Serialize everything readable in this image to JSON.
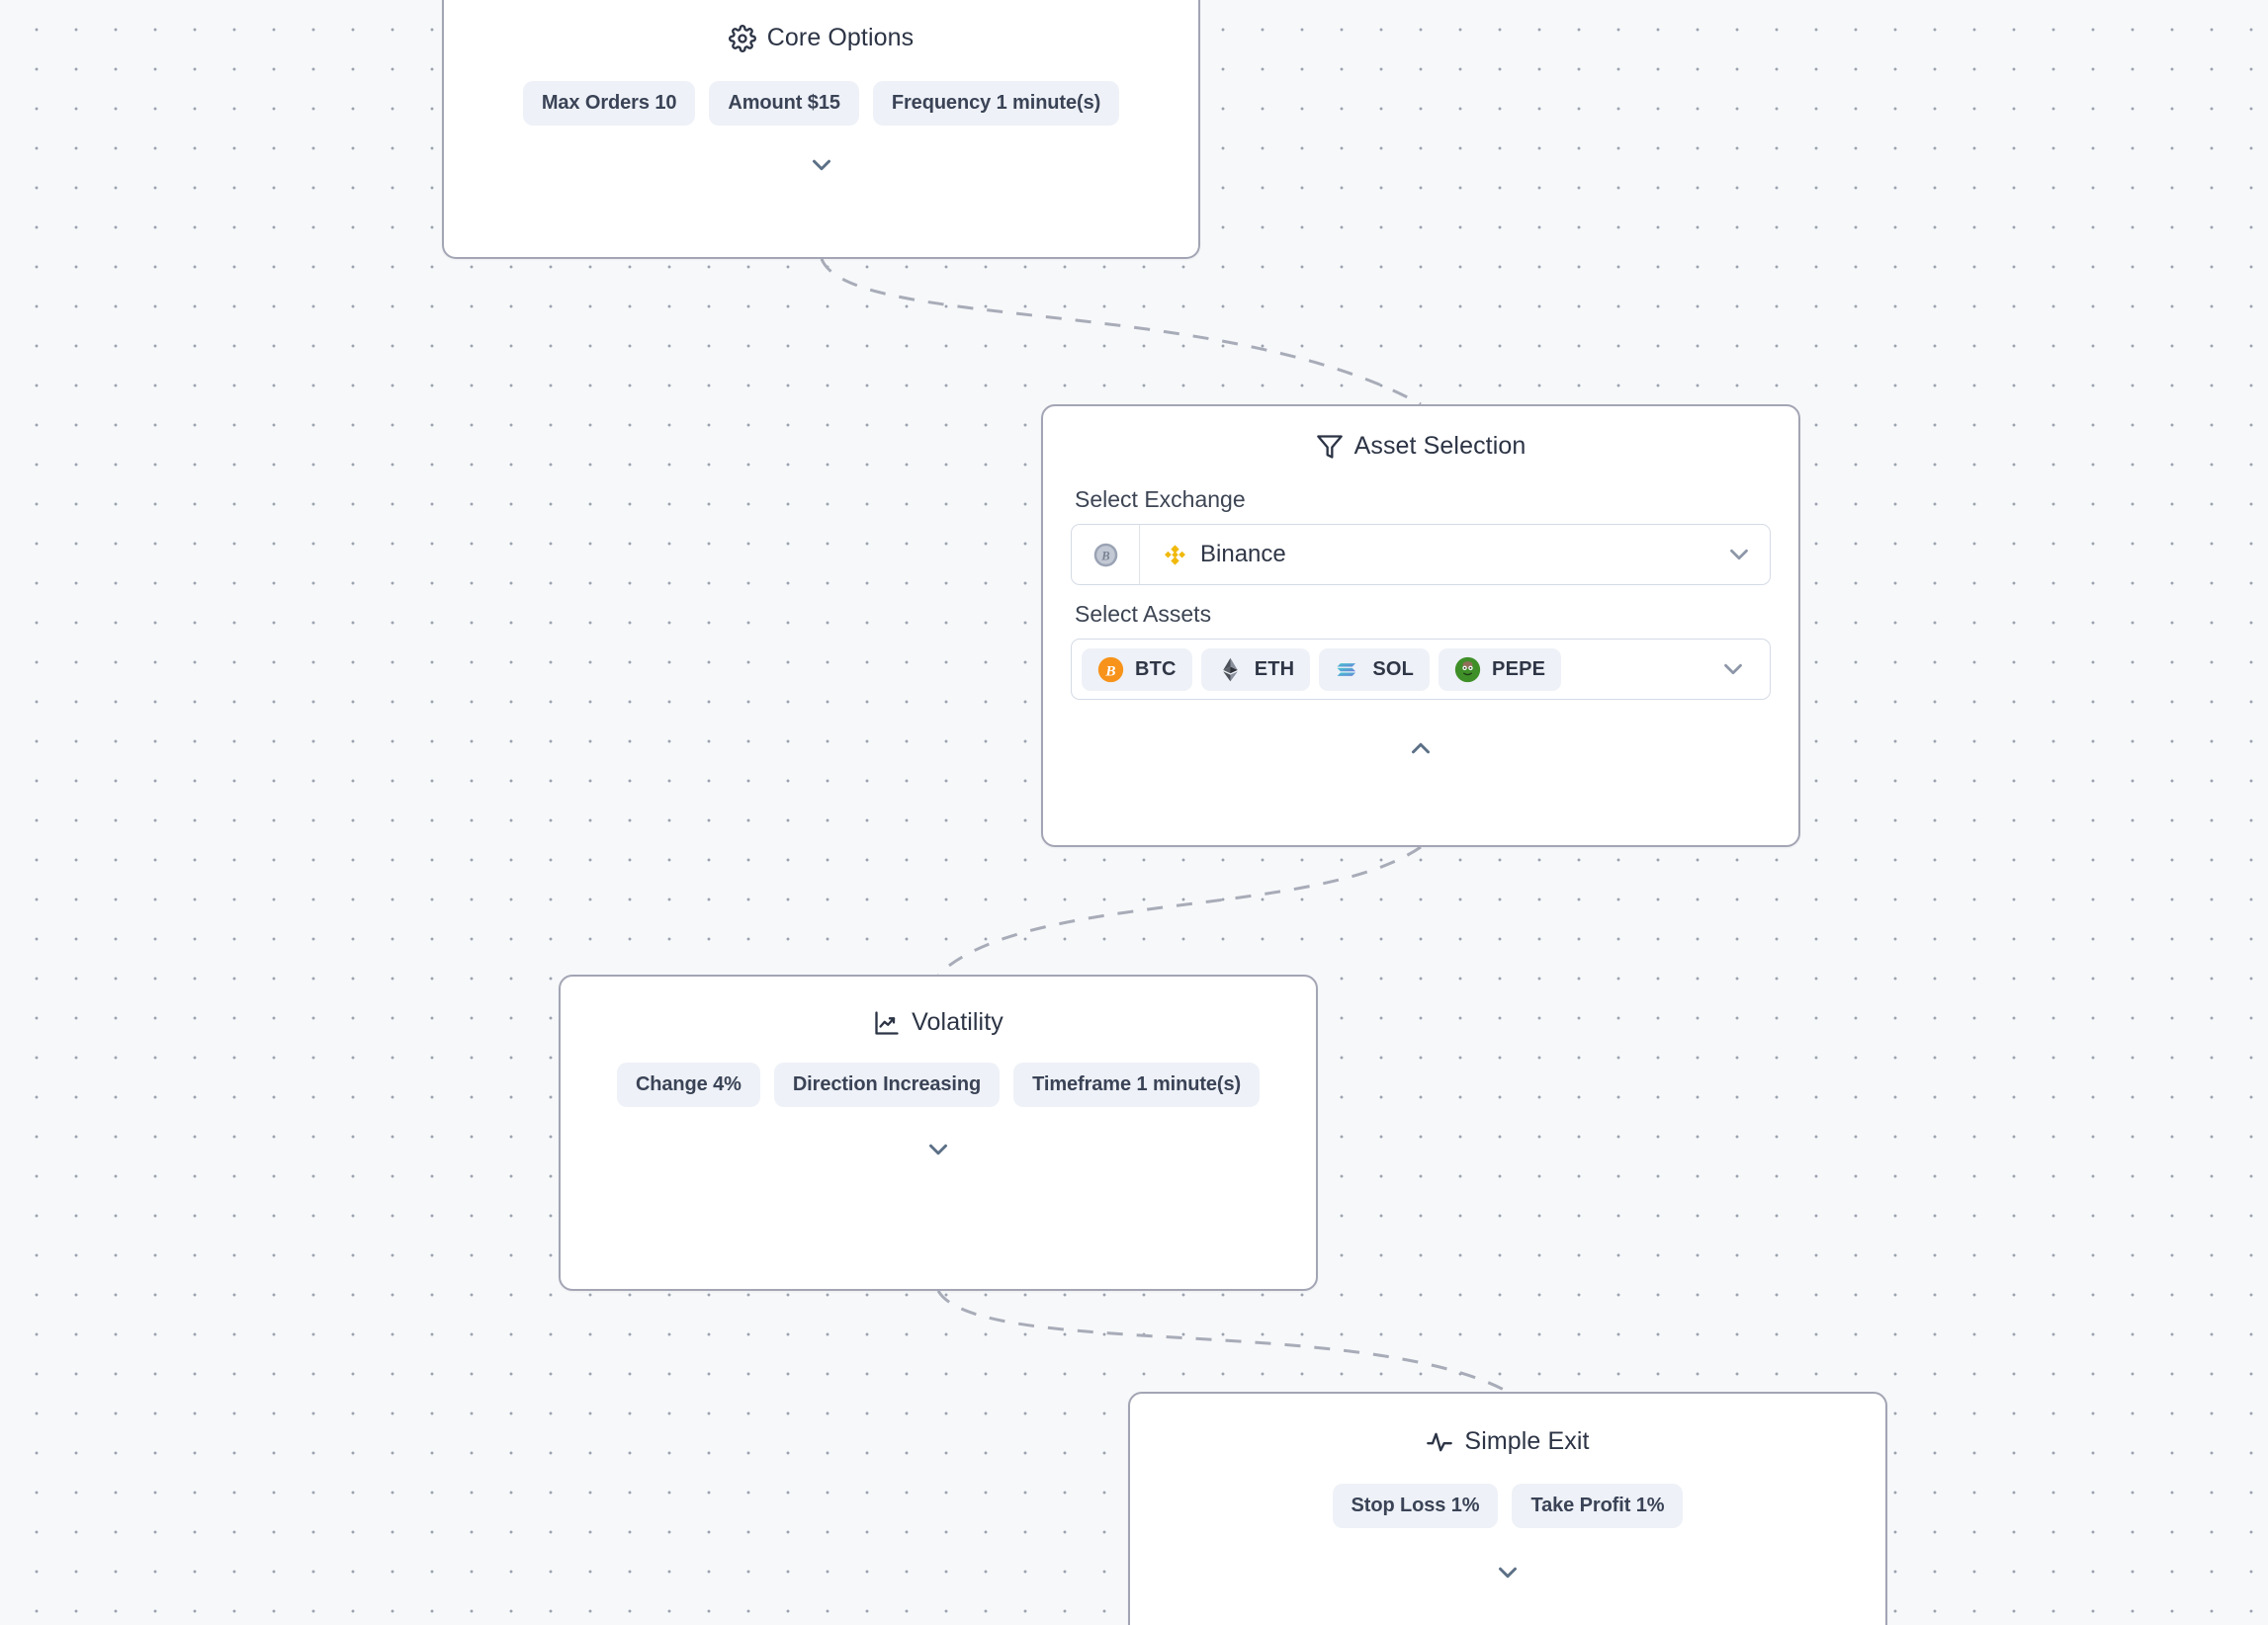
{
  "canvas": {
    "background_color": "#f7f8fa",
    "dot_color": "#9ca3af",
    "edge_color": "#a8acb8",
    "card_border_color": "#a3a5b4",
    "chip_bg_color": "#eef1f7",
    "chip_text_color": "#3a4356",
    "accent_chevron_color": "#5c7086"
  },
  "nodes": [
    {
      "id": "core-options",
      "title": "Core Options",
      "icon": "gear-icon",
      "chips": [
        {
          "label": "Max Orders 10"
        },
        {
          "label": "Amount $15"
        },
        {
          "label": "Frequency 1 minute(s)"
        }
      ],
      "toggle": "chevron-down-icon"
    },
    {
      "id": "asset-selection",
      "title": "Asset Selection",
      "icon": "filter-funnel-icon",
      "exchange_label": "Select Exchange",
      "exchange_value": "Binance",
      "exchange_prefix_icon": "bitcoin-coin-icon",
      "exchange_logo": "binance-logo-icon",
      "assets_label": "Select Assets",
      "assets": [
        {
          "symbol": "BTC",
          "icon": "bitcoin-icon",
          "color": "#f7931a"
        },
        {
          "symbol": "ETH",
          "icon": "ethereum-icon",
          "color": "#3c3c3d"
        },
        {
          "symbol": "SOL",
          "icon": "solana-icon",
          "color": "#14f195"
        },
        {
          "symbol": "PEPE",
          "icon": "pepe-icon",
          "color": "#3f8f29"
        }
      ],
      "toggle": "chevron-up-icon"
    },
    {
      "id": "volatility",
      "title": "Volatility",
      "icon": "line-chart-up-icon",
      "chips": [
        {
          "label": "Change 4%"
        },
        {
          "label": "Direction Increasing"
        },
        {
          "label": "Timeframe 1 minute(s)"
        }
      ],
      "toggle": "chevron-down-icon"
    },
    {
      "id": "simple-exit",
      "title": "Simple Exit",
      "icon": "activity-pulse-icon",
      "chips": [
        {
          "label": "Stop Loss 1%"
        },
        {
          "label": "Take Profit 1%"
        }
      ],
      "toggle": "chevron-down-icon"
    }
  ]
}
